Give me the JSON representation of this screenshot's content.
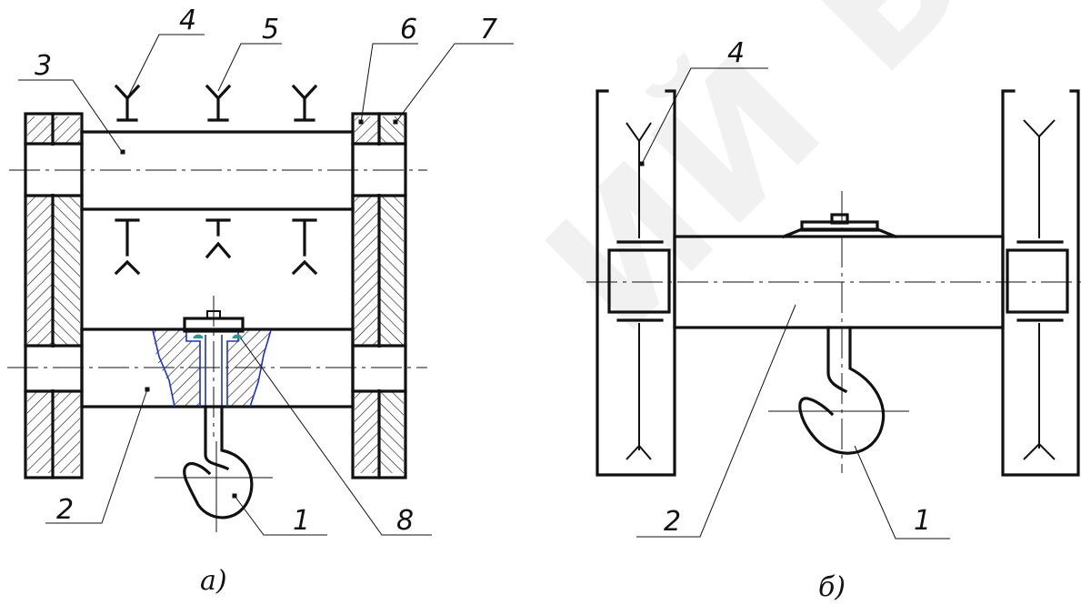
{
  "figure_a": {
    "caption": "а)",
    "labels": [
      "1",
      "2",
      "3",
      "4",
      "5",
      "6",
      "7",
      "8"
    ]
  },
  "figure_b": {
    "caption": "б)",
    "labels": [
      "1",
      "2",
      "4"
    ]
  },
  "watermark": "ИЙ БГАТ",
  "colors": {
    "ink": "#111111",
    "section_outline": "#1a2fd6",
    "seal": "#2a9a8c",
    "watermark": "#d8d8d8"
  }
}
